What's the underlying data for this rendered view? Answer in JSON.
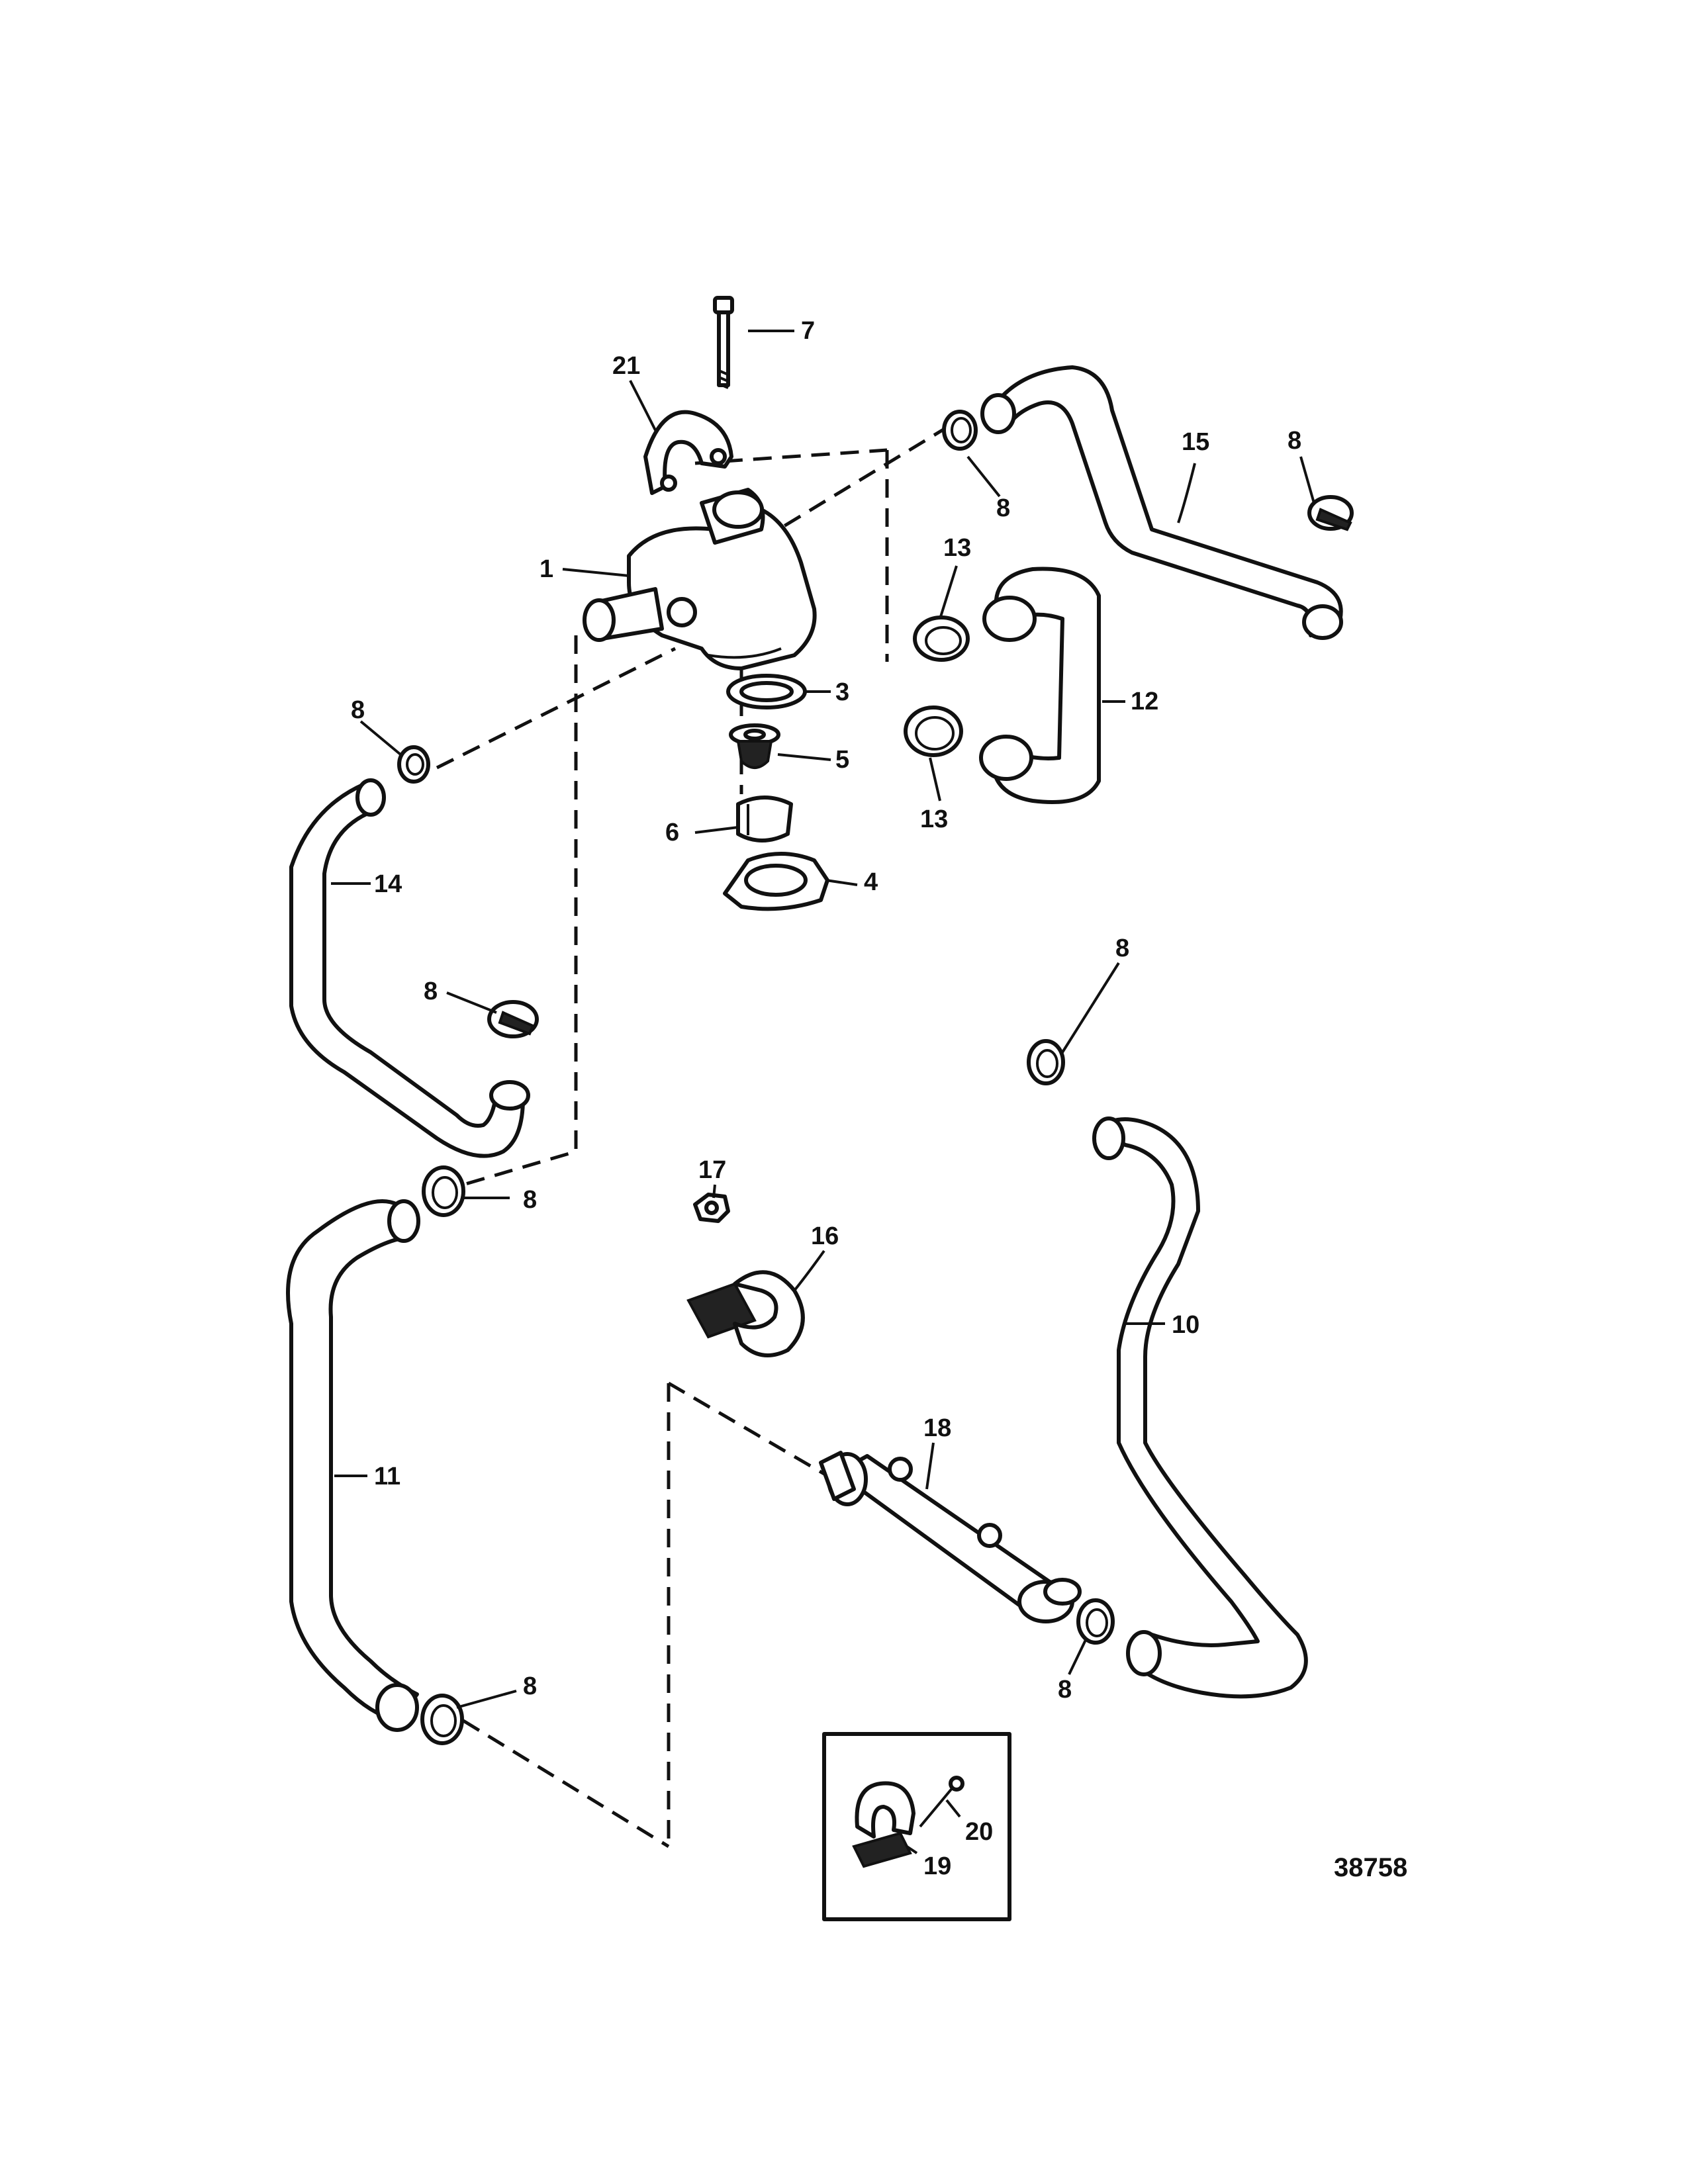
{
  "figure_number": "38758",
  "callouts": {
    "c1": "1",
    "c3": "3",
    "c4": "4",
    "c5": "5",
    "c6": "6",
    "c7": "7",
    "c8a": "8",
    "c8b": "8",
    "c8c": "8",
    "c8d": "8",
    "c8e": "8",
    "c8f": "8",
    "c8g": "8",
    "c8h": "8",
    "c10": "10",
    "c11": "11",
    "c12": "12",
    "c13a": "13",
    "c13b": "13",
    "c14": "14",
    "c15": "15",
    "c16": "16",
    "c17": "17",
    "c18": "18",
    "c19": "19",
    "c20": "20",
    "c21": "21"
  }
}
